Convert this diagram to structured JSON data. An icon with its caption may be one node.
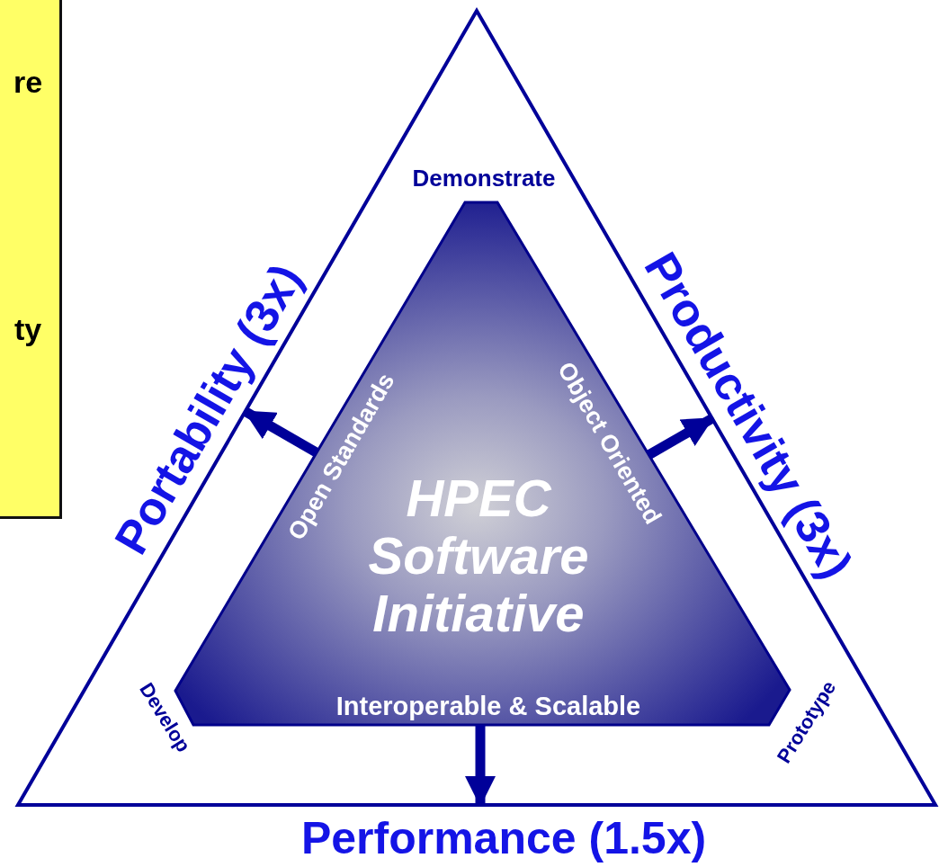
{
  "diagram": {
    "nodes": [
      {
        "text": [
          "re",
          "ty"
        ]
      },
      {
        "text": [
          "Demonstrate",
          "Develop",
          "Prototype"
        ]
      },
      {
        "text": [
          "HPEC Software Initiative",
          "Open Standards",
          "Object Oriented",
          "Interoperable & Scalable"
        ],
        "in": 1
      }
    ],
    "edges": [
      {
        "from": 2,
        "to": 1,
        "arrow": "to"
      },
      {
        "from": 2,
        "to": 1,
        "arrow": "to"
      },
      {
        "from": 2,
        "to": 1,
        "arrow": "to"
      }
    ],
    "labels": [
      "Portability (3x)",
      "Productivity (3x)",
      "Performance (1.5x)"
    ]
  }
}
